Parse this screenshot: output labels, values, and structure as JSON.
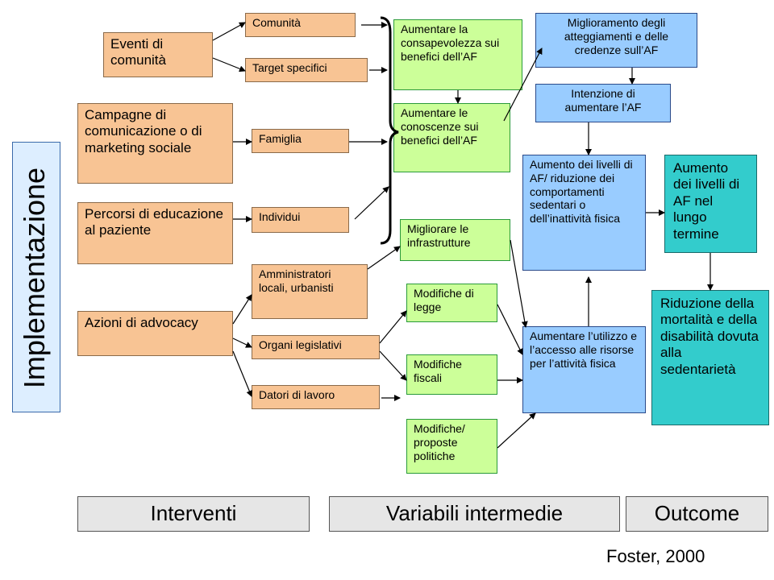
{
  "side_label": "Implementazione",
  "interventions": {
    "eventi": "Eventi di comunità",
    "campagne": "Campagne di comunicazione o di marketing sociale",
    "percorsi": "Percorsi di educazione al paziente",
    "advocacy": "Azioni di advocacy"
  },
  "targets": {
    "comunita": "Comunità",
    "target_specifici": "Target specifici",
    "famiglia": "Famiglia",
    "individui": "Individui",
    "amministratori": "Amministratori locali, urbanisti",
    "organi": "Organi legislativi",
    "datori": "Datori di lavoro"
  },
  "intermediate": {
    "consapevolezza": "Aumentare la consapevolezza sui benefici dell’AF",
    "conoscenze": "Aumentare le conoscenze sui benefici dell’AF",
    "infrastrutture": "Migliorare le infrastrutture",
    "legge": "Modifiche di legge",
    "fiscali": "Modifiche fiscali",
    "politiche": "Modifiche/ proposte politiche",
    "atteggiamenti": "Miglioramento degli atteggiamenti e delle credenze sull’AF",
    "intenzione": "Intenzione di aumentare l’AF",
    "livelli": "Aumento dei livelli di AF/ riduzione dei comportamenti sedentari o dell’inattività fisica",
    "utilizzo": "Aumentare l’utilizzo e l’accesso alle risorse per l’attività fisica"
  },
  "outcomes": {
    "lungo_termine": "Aumento dei livelli di AF nel lungo termine",
    "mortalita": "Riduzione della mortalità e della disabilità dovuta alla sedentarietà"
  },
  "bands": {
    "interventi": "Interventi",
    "variabili": "Variabili intermedie",
    "outcome": "Outcome"
  },
  "credit": "Foster, 2000"
}
